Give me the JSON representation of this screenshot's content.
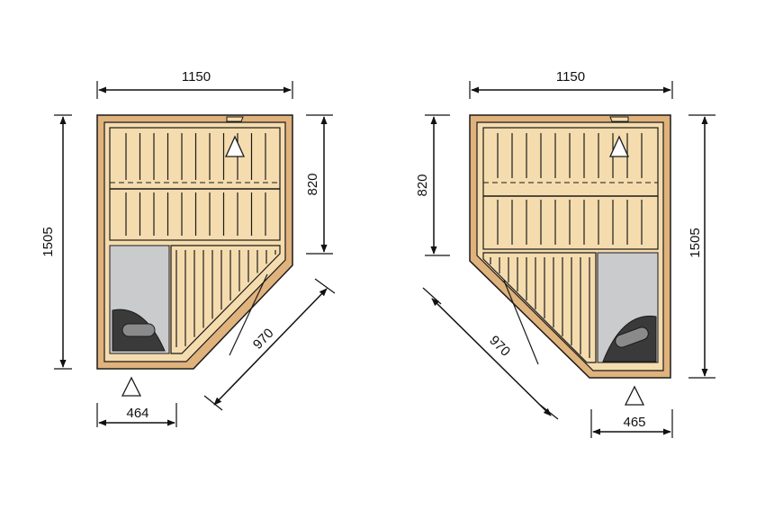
{
  "colors": {
    "wall": "#e0b27c",
    "wall_stroke": "#1a1a1a",
    "bench": "#f5dcae",
    "slat": "#1a1a1a",
    "floor": "#c9cbcd",
    "heater_outer": "#3a3a3a",
    "heater_inner": "#8a8a8a",
    "dimension": "#111111"
  },
  "icons": [
    "door-marker-icon",
    "heater-icon",
    "vent-icon"
  ],
  "left_plan": {
    "width_top": "1150",
    "depth_total": "1505",
    "bench_depth": "820",
    "door_diagonal": "970",
    "bottom_width": "464"
  },
  "right_plan": {
    "width_top": "1150",
    "depth_total": "1505",
    "bench_depth": "820",
    "door_diagonal": "970",
    "bottom_width": "465"
  }
}
